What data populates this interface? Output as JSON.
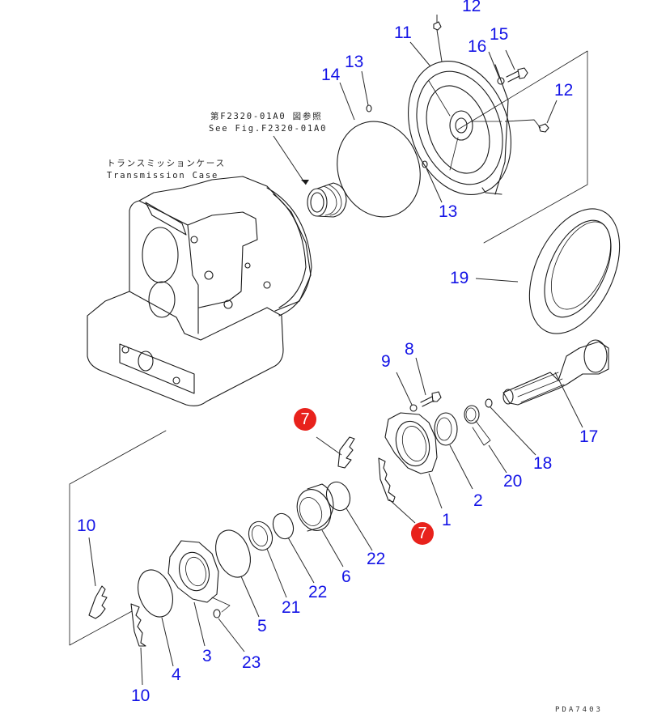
{
  "diagram": {
    "title": "Transmission exploded parts view",
    "drawing_number": "PDA7403",
    "notes": {
      "reference_jp": "第F2320-01A0 図参照",
      "reference_en": "See Fig.F2320-01A0",
      "case_jp": "トランスミッションケース",
      "case_en": "Transmission Case"
    },
    "colors": {
      "callout": "#1414e6",
      "badge": "#e8221c",
      "line": "#1a1a1a"
    },
    "callouts": [
      {
        "id": "c12a",
        "label": "12"
      },
      {
        "id": "c11",
        "label": "11"
      },
      {
        "id": "c16",
        "label": "16"
      },
      {
        "id": "c15",
        "label": "15"
      },
      {
        "id": "c12b",
        "label": "12"
      },
      {
        "id": "c14",
        "label": "14"
      },
      {
        "id": "c13a",
        "label": "13"
      },
      {
        "id": "c13b",
        "label": "13"
      },
      {
        "id": "c19",
        "label": "19"
      },
      {
        "id": "c9",
        "label": "9"
      },
      {
        "id": "c8",
        "label": "8"
      },
      {
        "id": "c17",
        "label": "17"
      },
      {
        "id": "c18",
        "label": "18"
      },
      {
        "id": "c20",
        "label": "20"
      },
      {
        "id": "c2",
        "label": "2"
      },
      {
        "id": "c1",
        "label": "1"
      },
      {
        "id": "c22a",
        "label": "22"
      },
      {
        "id": "c6",
        "label": "6"
      },
      {
        "id": "c22b",
        "label": "22"
      },
      {
        "id": "c21",
        "label": "21"
      },
      {
        "id": "c5",
        "label": "5"
      },
      {
        "id": "c10a",
        "label": "10"
      },
      {
        "id": "c4",
        "label": "4"
      },
      {
        "id": "c3",
        "label": "3"
      },
      {
        "id": "c23",
        "label": "23"
      },
      {
        "id": "c10b",
        "label": "10"
      }
    ],
    "badges": [
      {
        "id": "b7a",
        "label": "7"
      },
      {
        "id": "b7b",
        "label": "7"
      }
    ]
  }
}
